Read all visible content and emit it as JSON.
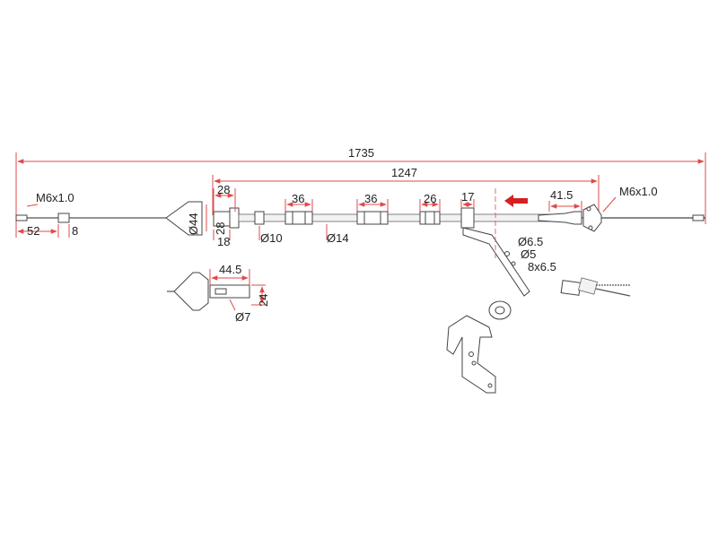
{
  "diagram": {
    "dimensions": {
      "overall_length": "1735",
      "sheath_length": "1247",
      "thread_left": "M6x1.0",
      "thread_right": "M6x1.0",
      "end_length": "52",
      "ferrule": "8",
      "cone_dia": "Ø44",
      "fitting_len": "28",
      "fitting_dia": "28",
      "fitting_18": "18",
      "dia_10": "Ø10",
      "seg1": "36",
      "seg2": "36",
      "dia_14": "Ø14",
      "seg3": "26",
      "bracket_w": "17",
      "right_end": "41.5",
      "hole_65": "Ø6.5",
      "hole_5": "Ø5",
      "slot": "8x6.5",
      "detail_len": "44.5",
      "detail_h": "24",
      "detail_dia": "Ø7"
    },
    "colors": {
      "dimension_line": "#e04a4a",
      "arrow": "#d42020",
      "outline": "#444444"
    }
  }
}
